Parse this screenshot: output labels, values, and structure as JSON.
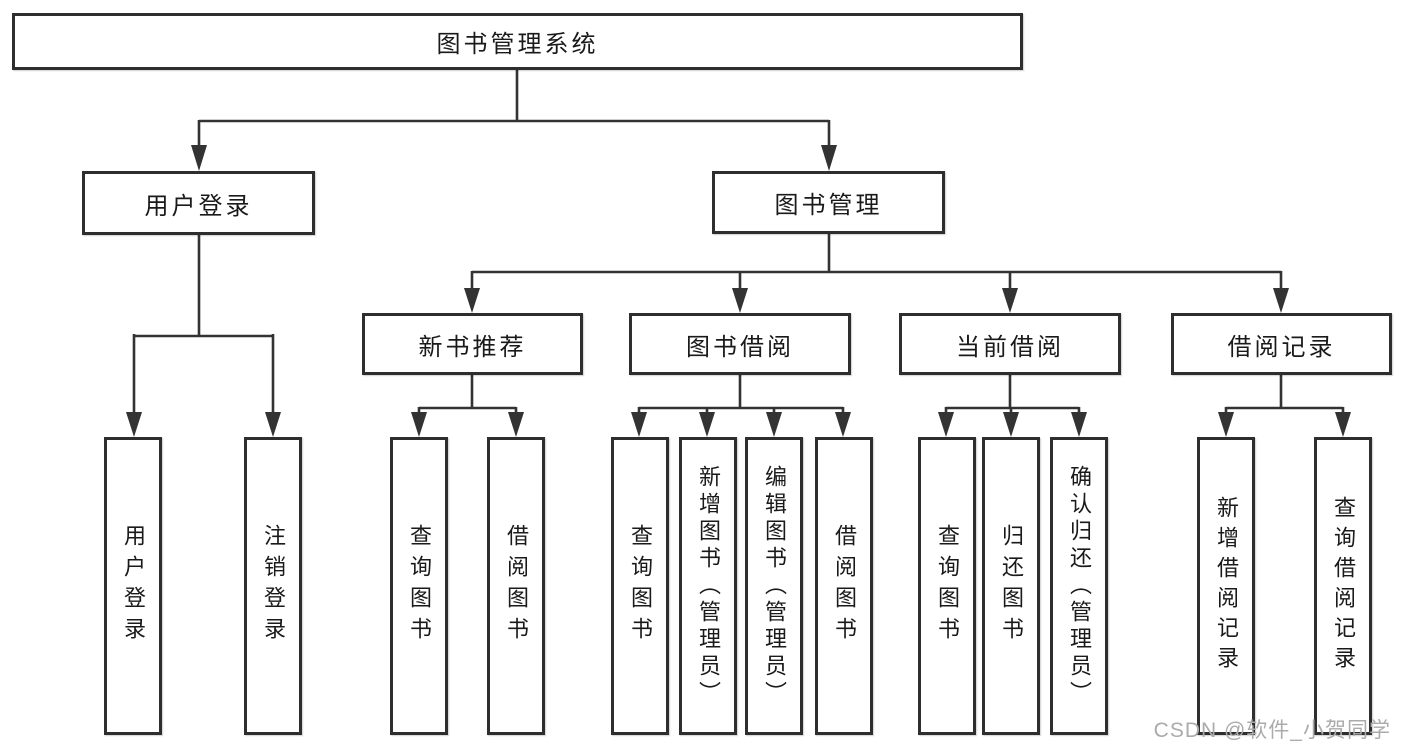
{
  "diagram": {
    "root": {
      "label": "图书管理系统"
    },
    "branches": [
      {
        "label": "用户登录",
        "children": [
          {
            "label": "用户登录"
          },
          {
            "label": "注销登录"
          }
        ]
      },
      {
        "label": "图书管理",
        "sections": [
          {
            "label": "新书推荐",
            "children": [
              {
                "label": "查询图书"
              },
              {
                "label": "借阅图书"
              }
            ]
          },
          {
            "label": "图书借阅",
            "children": [
              {
                "label": "查询图书"
              },
              {
                "label": "新增图书（管理员）"
              },
              {
                "label": "编辑图书（管理员）"
              },
              {
                "label": "借阅图书"
              }
            ]
          },
          {
            "label": "当前借阅",
            "children": [
              {
                "label": "查询图书"
              },
              {
                "label": "归还图书"
              },
              {
                "label": "确认归还（管理员）"
              }
            ]
          },
          {
            "label": "借阅记录",
            "children": [
              {
                "label": "新增借阅记录"
              },
              {
                "label": "查询借阅记录"
              }
            ]
          }
        ]
      }
    ]
  },
  "watermark": {
    "text": "CSDN @软件_小贺同学",
    "color": "#ababab"
  },
  "colors": {
    "background": "#ffffff",
    "box_border": "#2e2e2e",
    "line": "#333333",
    "text": "#1a1a1a"
  }
}
